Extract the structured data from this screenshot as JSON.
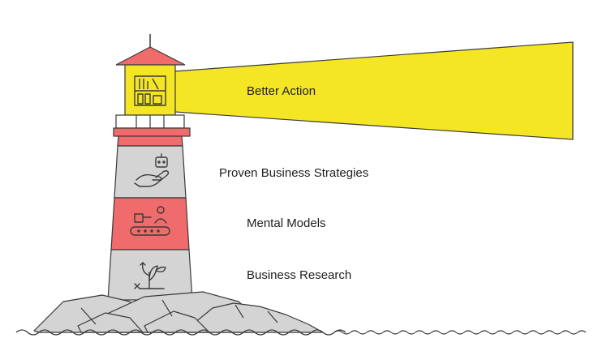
{
  "levels": [
    {
      "label": "Better Action",
      "icon": "bookshelf-icon",
      "color": "#f5e625"
    },
    {
      "label": "Proven Business Strategies",
      "icon": "hand-robot-icon",
      "color": "#d4d4d4"
    },
    {
      "label": "Mental Models",
      "icon": "conveyor-person-icon",
      "color": "#f06b6b"
    },
    {
      "label": "Business Research",
      "icon": "growing-plant-icon",
      "color": "#d4d4d4"
    }
  ],
  "colors": {
    "roof": "#f06b6b",
    "beam": "#f5e625",
    "rocks": "#d4d4d4",
    "outline": "#3a3a3a"
  }
}
